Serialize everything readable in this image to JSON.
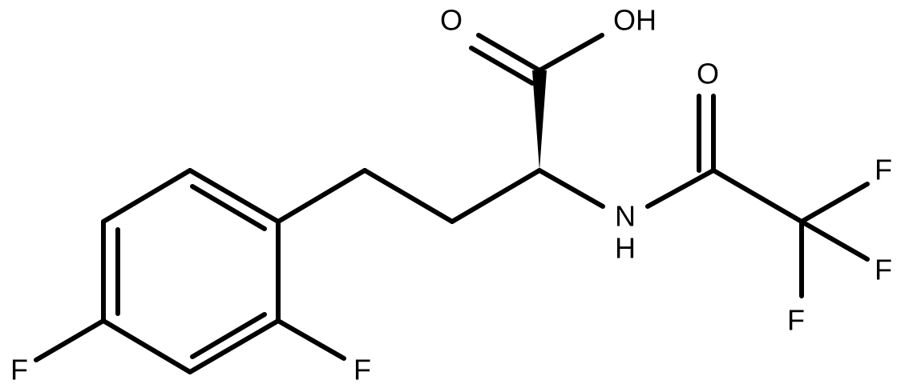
{
  "molecule": {
    "atoms": {
      "o_carbonyl_acid": "O",
      "oh": "OH",
      "o_amide": "O",
      "n": "N",
      "h_amide": "H",
      "f_cf3_top": "F",
      "f_cf3_right": "F",
      "f_cf3_bottom": "F",
      "f_ring_para": "F",
      "f_ring_ortho": "F"
    },
    "bond_color": "#000000",
    "background": "#ffffff"
  }
}
